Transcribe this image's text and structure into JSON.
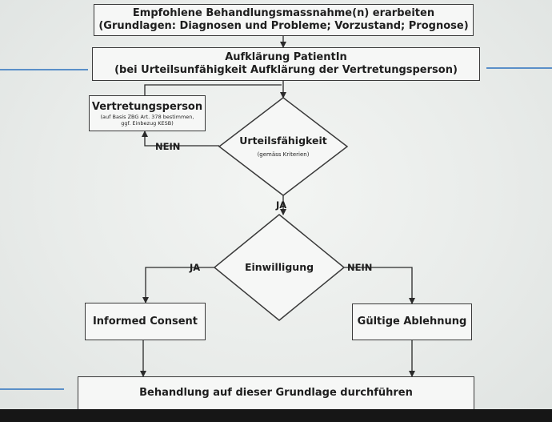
{
  "flow": {
    "step1": {
      "line1": "Empfohlene Behandlungsmassnahme(n) erarbeiten",
      "line2": "(Grundlagen: Diagnosen und Probleme; Vorzustand; Prognose)"
    },
    "step2": {
      "line1": "Aufklärung PatientIn",
      "line2": "(bei Urteilsunfähigkeit Aufklärung der Vertretungsperson)"
    },
    "representative": {
      "title": "Vertretungsperson",
      "note_line1": "(auf Basis ZBG Art. 378 bestimmen,",
      "note_line2": "ggf. Einbezug KESB)"
    },
    "decision_capacity": {
      "title": "Urteilsfähigkeit",
      "subtitle": "(gemäss Kriterien)"
    },
    "decision_consent": {
      "title": "Einwilligung"
    },
    "informed_consent": "Informed Consent",
    "valid_refusal": "Gültige Ablehnung",
    "final_step": "Behandlung auf dieser Grundlage durchführen",
    "labels": {
      "capacity_no": "NEIN",
      "capacity_yes": "JA",
      "consent_yes": "JA",
      "consent_no": "NEIN"
    }
  },
  "colors": {
    "border": "#3a3a3a",
    "accent_line": "#5a8fc8",
    "background": "#eceeec"
  }
}
